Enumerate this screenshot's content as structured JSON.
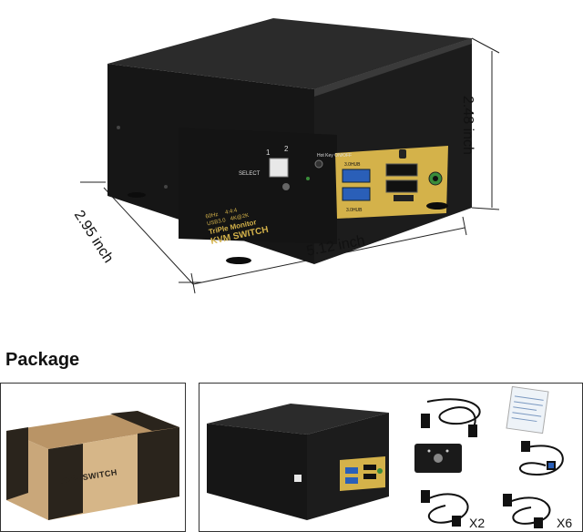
{
  "dimensions": {
    "width": "5.12 inch",
    "height": "2.48 inch",
    "depth": "2.95 inch"
  },
  "device": {
    "brand_line1": "KVM SWITCH",
    "brand_line2": "TriPle Monitor",
    "spec_hz": "60Hz",
    "spec_chroma": "4:4:4",
    "spec_usb": "USB3.0",
    "spec_res": "4K@2K",
    "select_label": "SELECT",
    "hotkey_label": "Hot Key ON/OFF",
    "port1": "1",
    "port2": "2",
    "hub_label_top": "3.0HUB",
    "hub_label_bottom": "3.0HUB"
  },
  "package": {
    "title": "Package",
    "box_label": "KVM SWITCH",
    "cable_count_a": "X2",
    "cable_count_b": "X6"
  },
  "colors": {
    "device_body": "#1c1c1c",
    "panel_gold": "#d4b24a",
    "usb_blue": "#2a5fb8",
    "cardboard": "#c9a77a",
    "cardboard_dark": "#2a241c"
  }
}
